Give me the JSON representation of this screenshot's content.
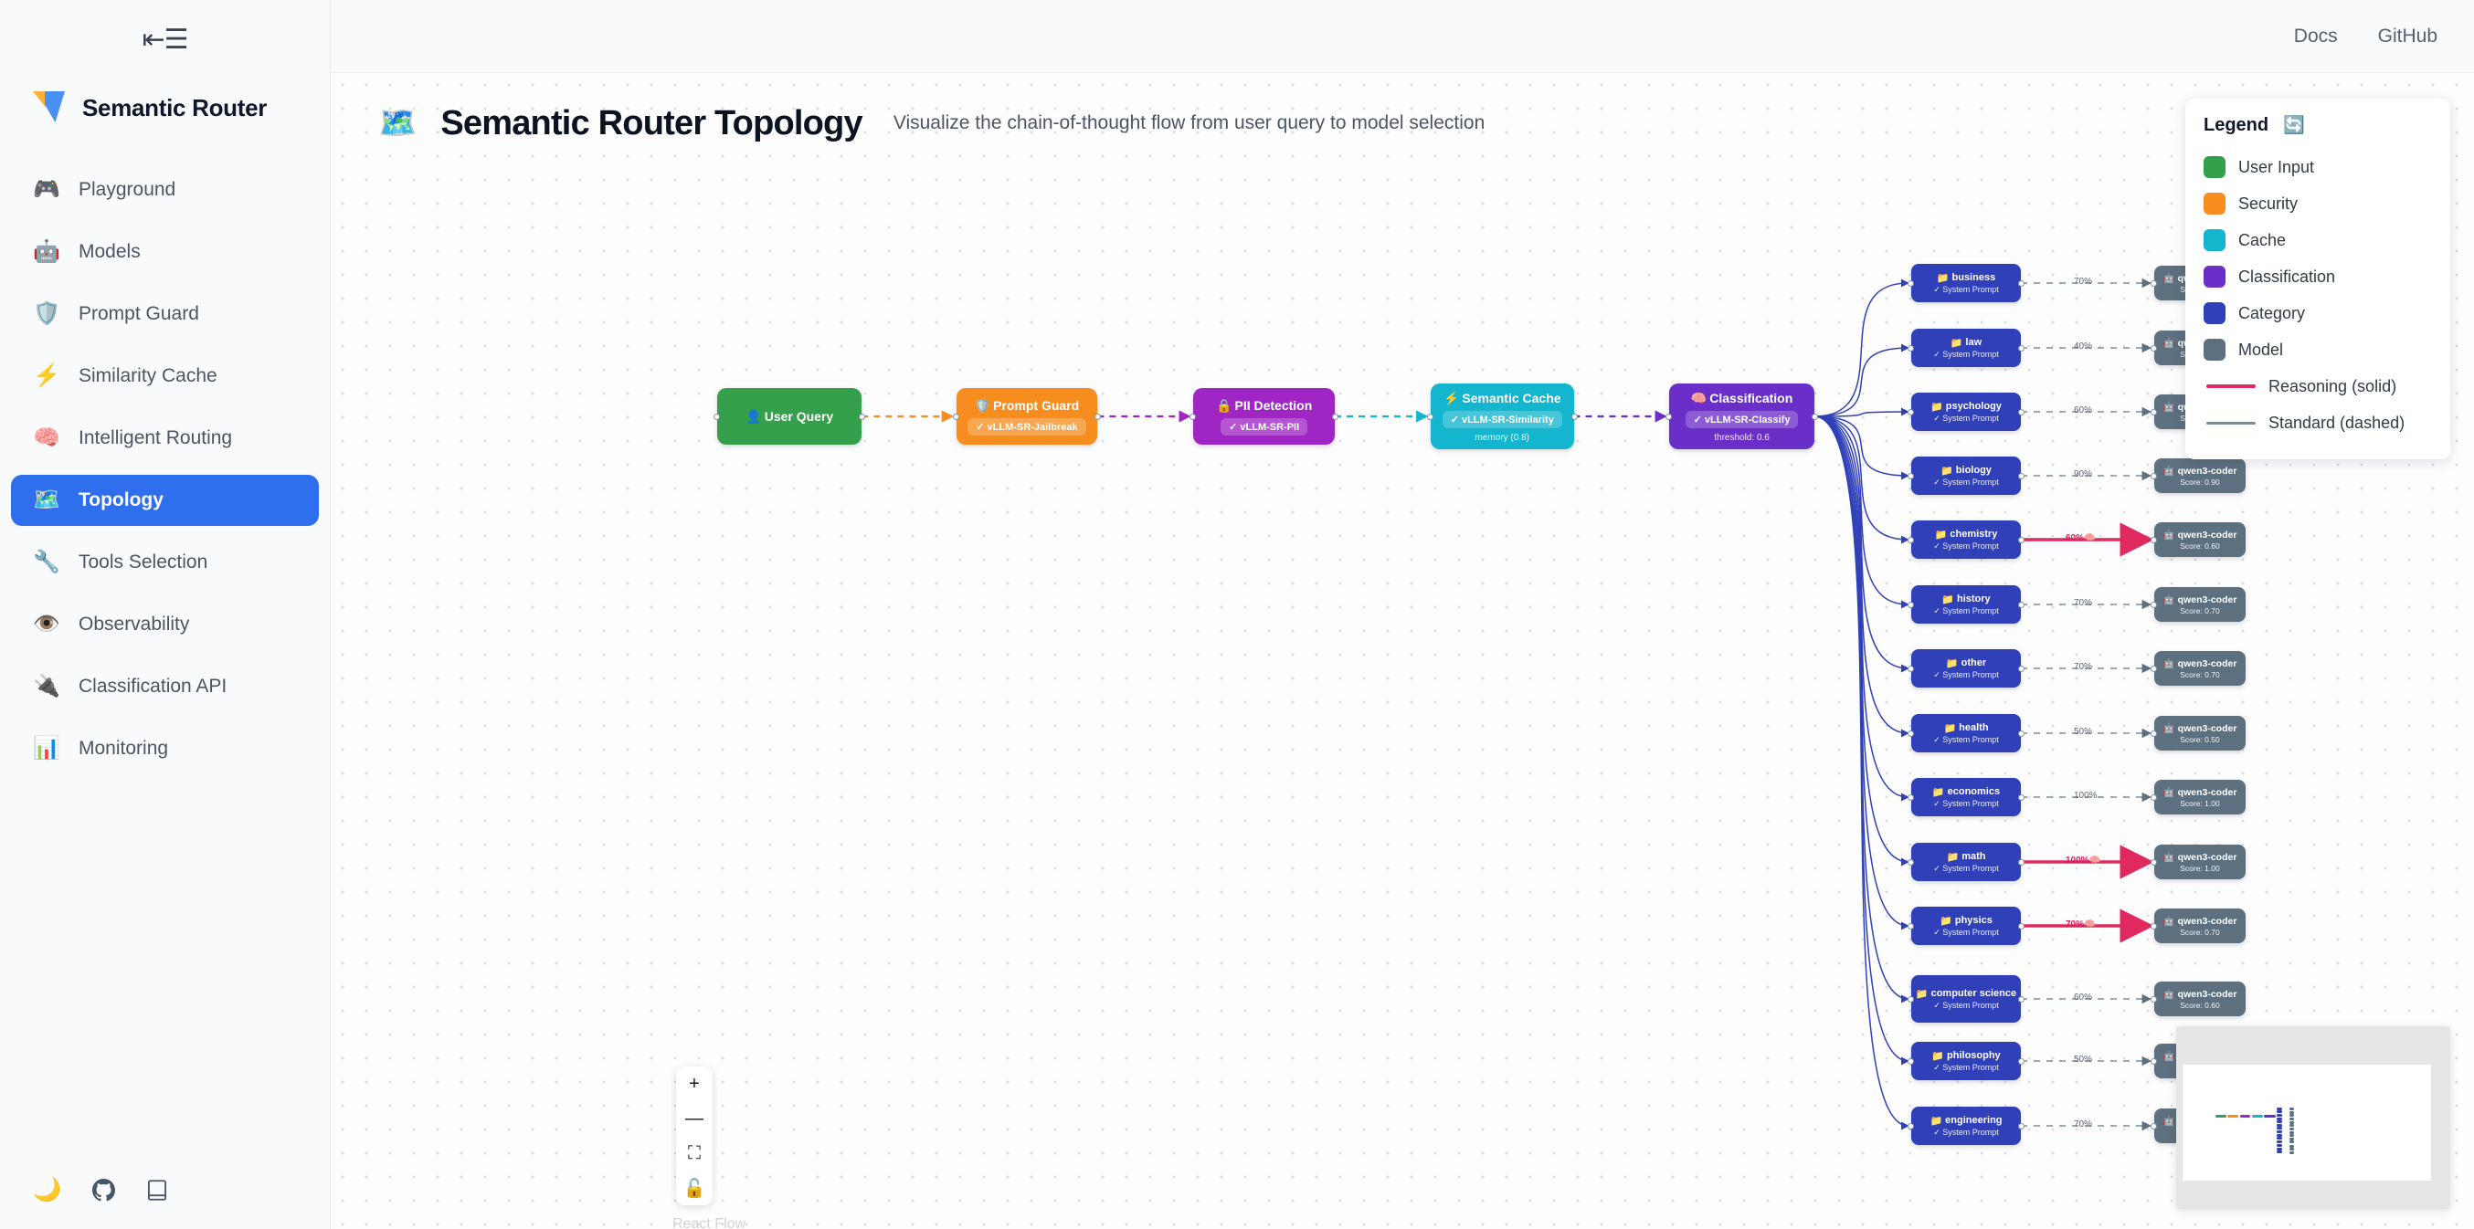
{
  "sidebar": {
    "collapse_icon": "⇤☰",
    "brand": "Semantic Router",
    "items": [
      {
        "icon": "🎮",
        "label": "Playground"
      },
      {
        "icon": "🤖",
        "label": "Models"
      },
      {
        "icon": "🛡️",
        "label": "Prompt Guard"
      },
      {
        "icon": "⚡",
        "label": "Similarity Cache"
      },
      {
        "icon": "🧠",
        "label": "Intelligent Routing"
      },
      {
        "icon": "🗺️",
        "label": "Topology"
      },
      {
        "icon": "🔧",
        "label": "Tools Selection"
      },
      {
        "icon": "👁️",
        "label": "Observability"
      },
      {
        "icon": "🔌",
        "label": "Classification API"
      },
      {
        "icon": "📊",
        "label": "Monitoring"
      }
    ],
    "active_index": 5,
    "footer": [
      {
        "name": "dark-mode-toggle",
        "icon": "🌙"
      },
      {
        "name": "github-link",
        "icon": "github"
      },
      {
        "name": "docs-book-link",
        "icon": "book"
      }
    ]
  },
  "topbar": {
    "docs": "Docs",
    "github": "GitHub"
  },
  "page": {
    "icon": "🗺️",
    "title": "Semantic Router Topology",
    "subtitle": "Visualize the chain-of-thought flow from user query to model selection"
  },
  "legend": {
    "title": "Legend",
    "refresh_icon": "🔄",
    "swatches": [
      {
        "label": "User Input",
        "color": "#34a04b"
      },
      {
        "label": "Security",
        "color": "#f68d1e"
      },
      {
        "label": "Cache",
        "color": "#14b5ce"
      },
      {
        "label": "Classification",
        "color": "#6b2fc9"
      },
      {
        "label": "Category",
        "color": "#3040b8"
      },
      {
        "label": "Model",
        "color": "#5c7080"
      }
    ],
    "lines": [
      {
        "label": "Reasoning (solid)",
        "color": "#e0295f",
        "style": "solid"
      },
      {
        "label": "Standard (dashed)",
        "color": "#7d8b99",
        "style": "dashed"
      }
    ]
  },
  "controls": {
    "zoom_in": "+",
    "zoom_out": "—",
    "fit_view": "⛶",
    "lock": "🔓",
    "attribution": "React Flow"
  },
  "flow": {
    "pipeline": [
      {
        "id": "user-query",
        "icon": "👤",
        "title": "User Query",
        "chip": null,
        "meta": null
      },
      {
        "id": "prompt-guard",
        "icon": "🛡️",
        "title": "Prompt Guard",
        "chip": "✓ vLLM-SR-Jailbreak",
        "meta": null
      },
      {
        "id": "pii-detection",
        "icon": "🔒",
        "title": "PII Detection",
        "chip": "✓ vLLM-SR-PII",
        "meta": null
      },
      {
        "id": "semantic-cache",
        "icon": "⚡",
        "title": "Semantic Cache",
        "chip": "✓ vLLM-SR-Similarity",
        "meta": "memory (0.8)"
      },
      {
        "id": "classification",
        "icon": "🧠",
        "title": "Classification",
        "chip": "✓ vLLM-SR-Classify",
        "meta": "threshold: 0.6"
      }
    ],
    "category_icon": "📁",
    "system_prompt_label": "✓ System Prompt",
    "model_icon": "🤖",
    "model_name": "qwen3-coder",
    "score_prefix": "Score: ",
    "reasoning_icon": "🧠",
    "categories": [
      {
        "name": "business",
        "percent": "70%",
        "score": "0.70",
        "reasoning": false
      },
      {
        "name": "law",
        "percent": "40%",
        "score": "0.40",
        "reasoning": false
      },
      {
        "name": "psychology",
        "percent": "60%",
        "score": "0.60",
        "reasoning": false
      },
      {
        "name": "biology",
        "percent": "90%",
        "score": "0.90",
        "reasoning": false
      },
      {
        "name": "chemistry",
        "percent": "60%",
        "score": "0.60",
        "reasoning": true
      },
      {
        "name": "history",
        "percent": "70%",
        "score": "0.70",
        "reasoning": false
      },
      {
        "name": "other",
        "percent": "70%",
        "score": "0.70",
        "reasoning": false
      },
      {
        "name": "health",
        "percent": "50%",
        "score": "0.50",
        "reasoning": false
      },
      {
        "name": "economics",
        "percent": "100%",
        "score": "1.00",
        "reasoning": false
      },
      {
        "name": "math",
        "percent": "100%",
        "score": "1.00",
        "reasoning": true
      },
      {
        "name": "physics",
        "percent": "70%",
        "score": "0.70",
        "reasoning": true
      },
      {
        "name": "computer science",
        "percent": "60%",
        "score": "0.60",
        "reasoning": false
      },
      {
        "name": "philosophy",
        "percent": "50%",
        "score": "0.50",
        "reasoning": false
      },
      {
        "name": "engineering",
        "percent": "70%",
        "score": "0.70",
        "reasoning": false
      }
    ]
  }
}
